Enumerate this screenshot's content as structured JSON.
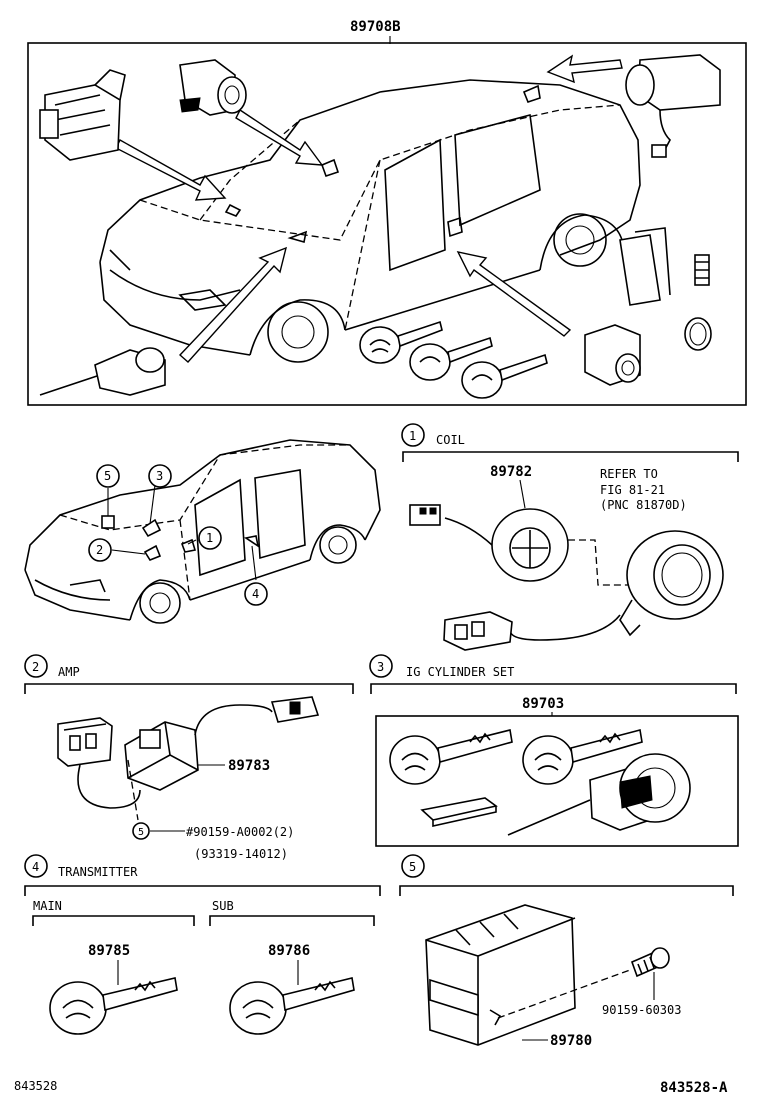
{
  "top": {
    "part": "89708B"
  },
  "sections": {
    "coil": {
      "num": "1",
      "title": "COIL",
      "part": "89782",
      "refer1": "REFER TO",
      "refer2": "FIG 81-21",
      "refer3": "(PNC 81870D)"
    },
    "amp": {
      "num": "2",
      "title": "AMP",
      "part": "89783",
      "screw_num": "5",
      "screw1": "#90159-A0002(2)",
      "screw2": "(93319-14012)"
    },
    "ig": {
      "num": "3",
      "title": "IG CYLINDER SET",
      "part": "89703"
    },
    "transmitter": {
      "num": "4",
      "title": "TRANSMITTER",
      "main": "MAIN",
      "sub": "SUB",
      "main_part": "89785",
      "sub_part": "89786"
    },
    "ecu": {
      "num": "5",
      "bolt_part": "90159-60303",
      "part": "89780"
    }
  },
  "index_labels": [
    "5",
    "3",
    "2",
    "1",
    "4"
  ],
  "footer": {
    "left": "843528",
    "right": "843528-A"
  }
}
